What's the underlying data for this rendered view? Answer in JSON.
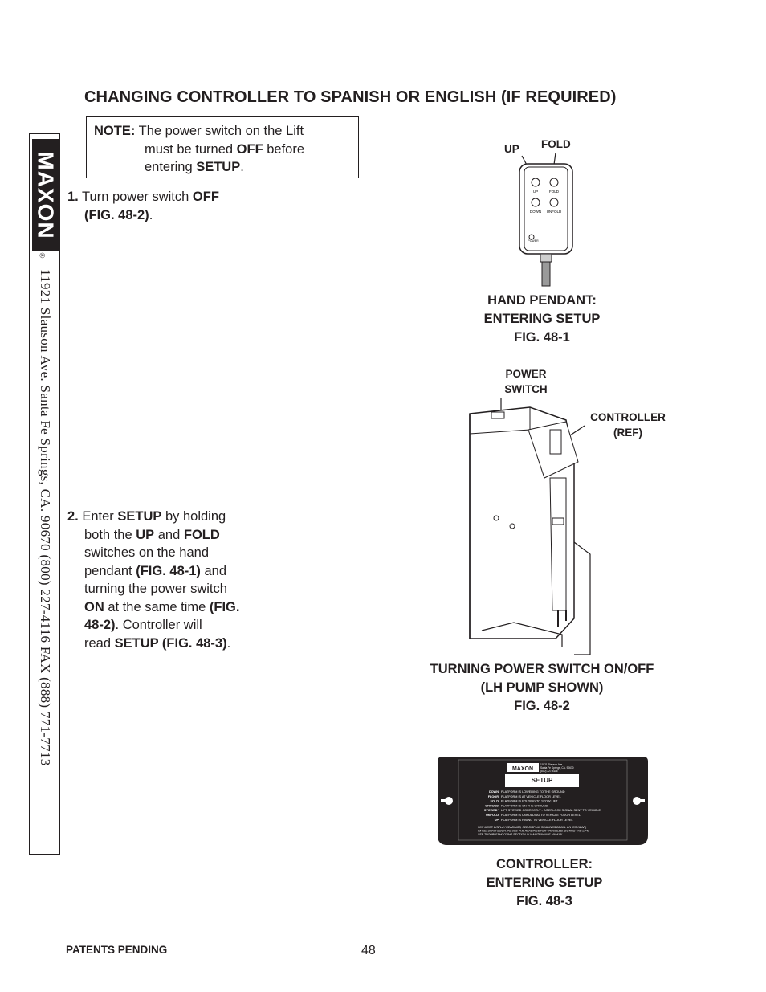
{
  "title": "CHANGING CONTROLLER TO SPANISH OR ENGLISH (IF REQUIRED)",
  "sidebar": {
    "logo": "MAXON",
    "registered_mark": "®",
    "address": "11921 Slauson Ave.   Santa Fe Springs, CA.   90670   (800) 227-4116   FAX (888) 771-7713"
  },
  "note": {
    "label": "NOTE:",
    "line1": "The power switch on the Lift",
    "line2_pre": "must be turned ",
    "line2_bold": "OFF",
    "line2_post": " before",
    "line3_pre": "entering ",
    "line3_bold": "SETUP",
    "line3_post": "."
  },
  "step1": {
    "num": "1.",
    "text_pre": " Turn power switch ",
    "bold1": "OFF",
    "line2_bold": "(FIG. 48-2)",
    "line2_post": "."
  },
  "step2": {
    "num": "2.",
    "l1_pre": " Enter ",
    "l1_bold": "SETUP",
    "l1_post": " by holding",
    "l2_pre": "both the ",
    "l2_bold1": "UP",
    "l2_mid": " and ",
    "l2_bold2": "FOLD",
    "l3": "switches on the hand",
    "l4_pre": "pendant ",
    "l4_bold": "(FIG. 48-1)",
    "l4_post": " and",
    "l5": "turning the power switch",
    "l6_bold1": "ON",
    "l6_mid": " at the same time ",
    "l6_bold2": "(FIG.",
    "l7_bold": "48-2)",
    "l7_post": ". Controller will",
    "l8_pre": "read ",
    "l8_bold": "SETUP (FIG. 48-3)",
    "l8_post": "."
  },
  "fig1": {
    "label_up": "UP",
    "label_fold": "FOLD",
    "buttons": {
      "up": "UP",
      "fold": "FOLD",
      "down": "DOWN",
      "unfold": "UNFOLD",
      "power": "POWER"
    },
    "caption": [
      "HAND PENDANT:",
      "ENTERING SETUP",
      "FIG. 48-1"
    ]
  },
  "fig2": {
    "label_power": [
      "POWER",
      "SWITCH"
    ],
    "label_controller": [
      "CONTROLLER",
      "(REF)"
    ],
    "caption": [
      "TURNING POWER SWITCH ON/OFF",
      "(LH PUMP SHOWN)",
      "FIG. 48-2"
    ]
  },
  "fig3": {
    "decal_logo": "MAXON",
    "decal_address": [
      "11921 Slauson Ave.",
      "Santa Fe Springs, CA. 90670",
      "(800) 227-4116"
    ],
    "display": "SETUP",
    "rows": [
      [
        "DOWN",
        "PLATFORM IS LOWERING TO THE GROUND"
      ],
      [
        "FLOOR",
        "PLATFORM IS AT VEHICLE FLOOR LEVEL"
      ],
      [
        "FOLD",
        "PLATFORM IS FOLDING TO STOW LIFT"
      ],
      [
        "GROUND",
        "PLATFORM IS ON THE GROUND"
      ],
      [
        "STOWED*",
        "LIFT STOWED CORRECTLY - INTERLOCK SIGNAL SENT TO VEHICLE"
      ],
      [
        "UNFOLD",
        "PLATFORM IS UNFOLDING TO VEHICLE FLOOR LEVEL"
      ],
      [
        "UP",
        "PLATFORM IS RISING TO VEHICLE FLOOR LEVEL"
      ]
    ],
    "footnote": [
      "FOR MORE DISPLAY READINGS, SEE DISPLAY READINGS DECAL ON (OR NEAR)",
      "WHEELCHAIR DOOR. TO USE THE READINGS FOR TROUBLESHOOTING THE LIFT,",
      "SEE TROUBLESHOOTING SECTION IN MAINTENANCE MANUAL."
    ],
    "caption": [
      "CONTROLLER:",
      "ENTERING SETUP",
      "FIG. 48-3"
    ]
  },
  "footer": {
    "patents": "PATENTS PENDING",
    "page": "48"
  }
}
